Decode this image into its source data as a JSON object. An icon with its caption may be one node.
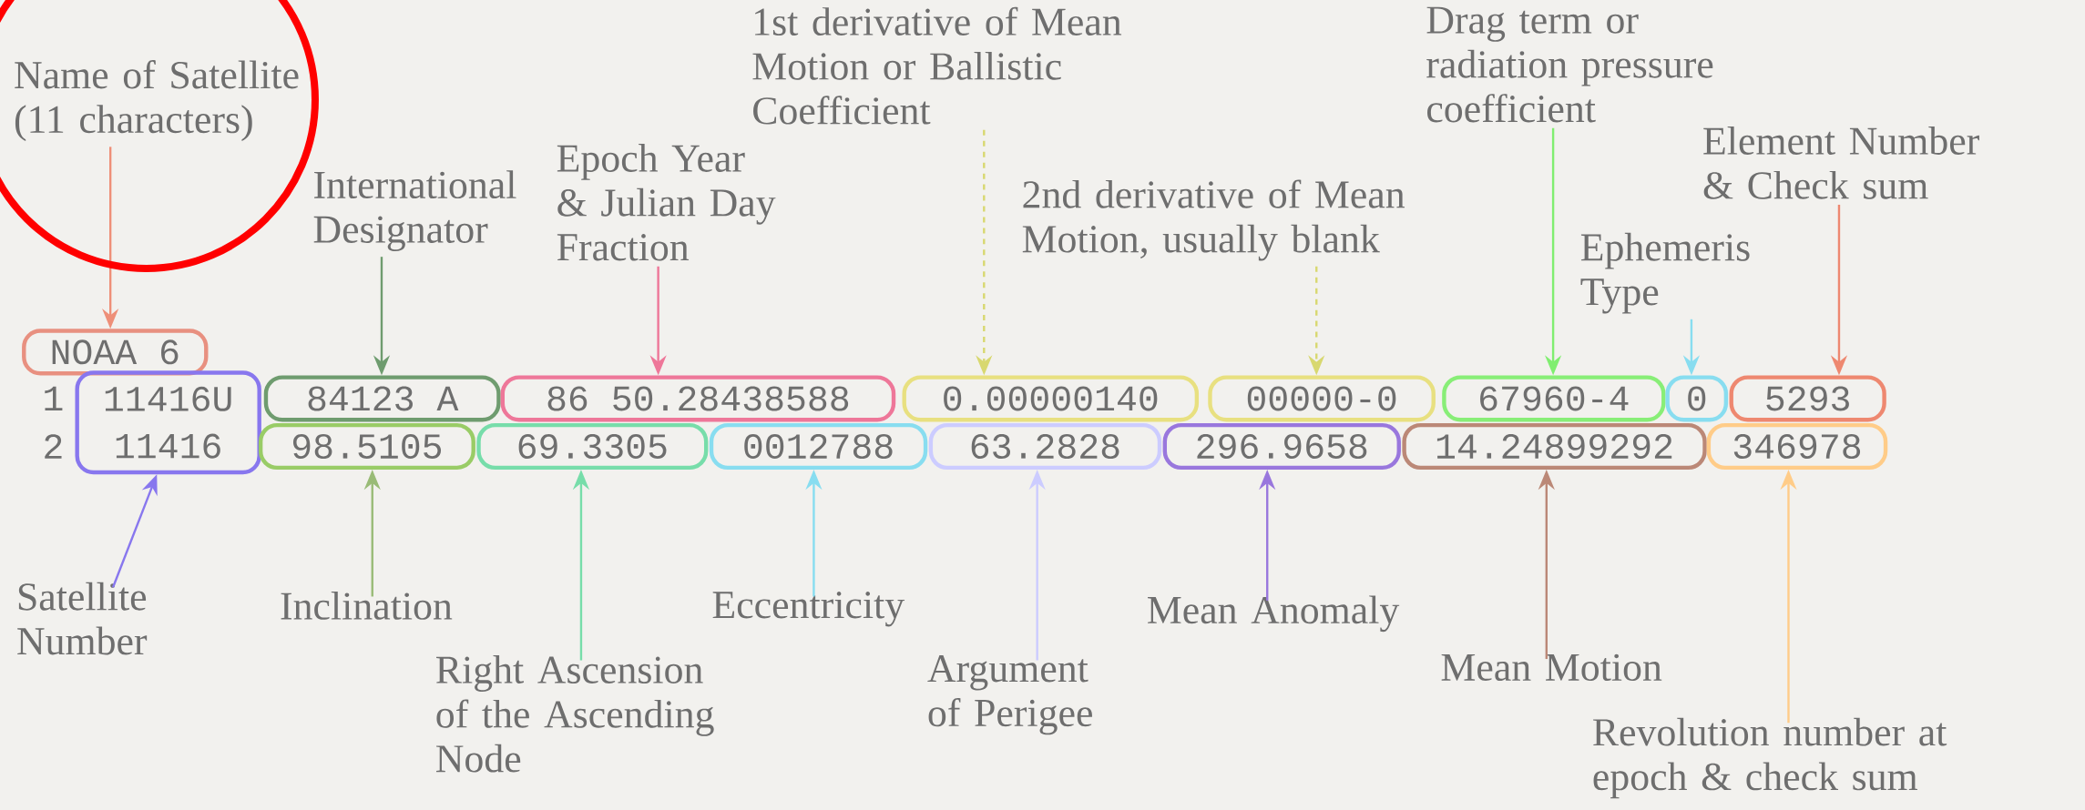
{
  "diagram": {
    "nodes": [
      {
        "text": [
          "Name of Satellite (11 characters)"
        ]
      },
      {
        "text": [
          "1st derivative of Mean Motion or Ballistic Coefficient"
        ]
      },
      {
        "text": [
          "Drag term or radiation pressure coefficient"
        ]
      },
      {
        "text": [
          "Element Number & Check sum"
        ]
      },
      {
        "text": [
          "International Designator"
        ]
      },
      {
        "text": [
          "Epoch Year & Julian Day Fraction"
        ]
      },
      {
        "text": [
          "2nd derivative of Mean Motion, usually blank"
        ]
      },
      {
        "text": [
          "Ephemeris Type"
        ]
      },
      {
        "text": [
          "NOAA 6"
        ]
      },
      {
        "text": [
          "11416U",
          "11416"
        ]
      },
      {
        "text": [
          "84123 A"
        ]
      },
      {
        "text": [
          "86 50.28438588"
        ]
      },
      {
        "text": [
          "0.00000140"
        ]
      },
      {
        "text": [
          "00000-0"
        ]
      },
      {
        "text": [
          "67960-4"
        ]
      },
      {
        "text": [
          "0"
        ]
      },
      {
        "text": [
          "5293"
        ]
      },
      {
        "text": [
          "98.5105"
        ]
      },
      {
        "text": [
          "69.3305"
        ]
      },
      {
        "text": [
          "0012788"
        ]
      },
      {
        "text": [
          "63.2828"
        ]
      },
      {
        "text": [
          "296.9658"
        ]
      },
      {
        "text": [
          "14.24899292"
        ]
      },
      {
        "text": [
          "346978"
        ]
      },
      {
        "text": [
          "Satellite Number"
        ]
      },
      {
        "text": [
          "Inclination"
        ]
      },
      {
        "text": [
          "Eccentricity"
        ]
      },
      {
        "text": [
          "Mean Anomaly"
        ]
      },
      {
        "text": [
          "Right Ascension of the Ascending Node"
        ]
      },
      {
        "text": [
          "Argument of Perigee"
        ]
      },
      {
        "text": [
          "Mean Motion"
        ]
      },
      {
        "text": [
          "Revolution number at epoch & check sum"
        ]
      }
    ],
    "edges": [
      {
        "from": 0,
        "to": 8,
        "arrow": "to",
        "color": "#ee8f78"
      },
      {
        "from": 4,
        "to": 10,
        "arrow": "to",
        "color": "#6f9c6f"
      },
      {
        "from": 5,
        "to": 11,
        "arrow": "to",
        "color": "#ee7799"
      },
      {
        "from": 1,
        "to": 12,
        "arrow": "to",
        "style": "dashed",
        "color": "#d8d870"
      },
      {
        "from": 6,
        "to": 13,
        "arrow": "to",
        "style": "dashed",
        "color": "#d8d870"
      },
      {
        "from": 2,
        "to": 14,
        "arrow": "to",
        "color": "#80ee70"
      },
      {
        "from": 7,
        "to": 15,
        "arrow": "to",
        "color": "#88ddf0"
      },
      {
        "from": 3,
        "to": 16,
        "arrow": "to",
        "color": "#ee8870"
      },
      {
        "from": 24,
        "to": 9,
        "arrow": "to",
        "color": "#8877ee"
      },
      {
        "from": 25,
        "to": 17,
        "arrow": "to",
        "color": "#99bb77"
      },
      {
        "from": 28,
        "to": 18,
        "arrow": "to",
        "color": "#77ddaa"
      },
      {
        "from": 26,
        "to": 19,
        "arrow": "to",
        "color": "#88ddf0"
      },
      {
        "from": 29,
        "to": 20,
        "arrow": "to",
        "color": "#ccccff"
      },
      {
        "from": 27,
        "to": 21,
        "arrow": "to",
        "color": "#9977dd"
      },
      {
        "from": 30,
        "to": 22,
        "arrow": "to",
        "color": "#bb8877"
      },
      {
        "from": 31,
        "to": 23,
        "arrow": "to",
        "color": "#ffcc88"
      }
    ],
    "labels": [
      "1",
      "2"
    ]
  }
}
